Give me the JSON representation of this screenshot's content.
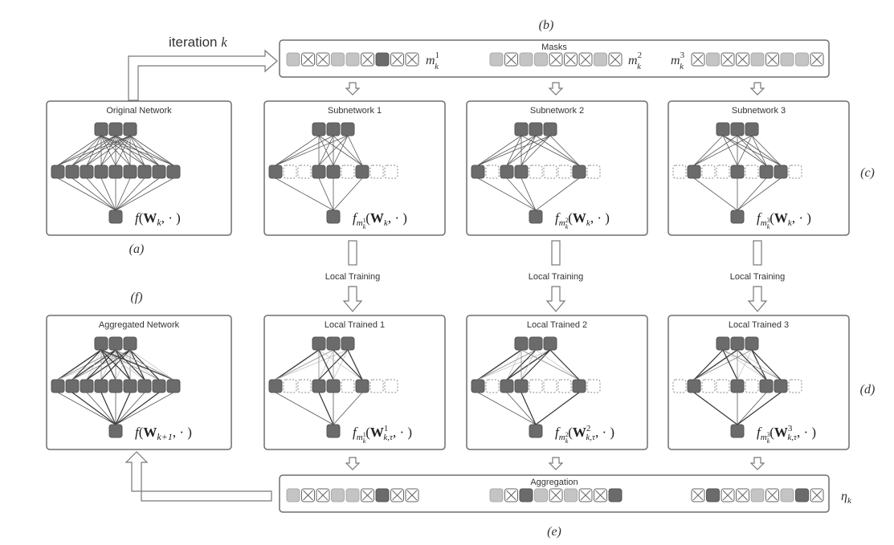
{
  "iteration": {
    "text": "iteration ",
    "k": "k"
  },
  "letters": {
    "a": "(a)",
    "b": "(b)",
    "c": "(c)",
    "d": "(d)",
    "e": "(e)",
    "f": "(f)"
  },
  "masks": {
    "title": "Masks",
    "rows": [
      {
        "label": "m_k^1",
        "cells": [
          "L",
          "X",
          "X",
          "L",
          "L",
          "X",
          "D",
          "X",
          "X"
        ]
      },
      {
        "label": "m_k^2",
        "cells": [
          "L",
          "X",
          "L",
          "L",
          "X",
          "X",
          "X",
          "L",
          "X"
        ]
      },
      {
        "label": "m_k^3",
        "cells": [
          "X",
          "L",
          "X",
          "X",
          "L",
          "X",
          "L",
          "L",
          "X"
        ]
      }
    ]
  },
  "aggregation": {
    "title": "Aggregation",
    "label": "η_k",
    "rows": [
      [
        "L",
        "X",
        "X",
        "L",
        "L",
        "X",
        "D",
        "X",
        "X"
      ],
      [
        "L",
        "X",
        "D",
        "L",
        "X",
        "L",
        "X",
        "X",
        "D"
      ],
      [
        "X",
        "D",
        "X",
        "X",
        "L",
        "X",
        "L",
        "D",
        "X"
      ]
    ]
  },
  "networks": {
    "original": {
      "title": "Original Network",
      "formula": "f(W_k, ·)",
      "active": [
        1,
        1,
        1,
        1,
        1,
        1,
        1,
        1,
        1
      ]
    },
    "subnetworks": [
      {
        "title": "Subnetwork 1",
        "formula": "f_{m_k^1}(W_k, ·)",
        "active": [
          1,
          0,
          0,
          1,
          1,
          0,
          1,
          0,
          0
        ]
      },
      {
        "title": "Subnetwork 2",
        "formula": "f_{m_k^2}(W_k, ·)",
        "active": [
          1,
          0,
          1,
          1,
          0,
          0,
          0,
          1,
          0
        ]
      },
      {
        "title": "Subnetwork 3",
        "formula": "f_{m_k^3}(W_k, ·)",
        "active": [
          0,
          1,
          0,
          0,
          1,
          0,
          1,
          1,
          0
        ]
      }
    ],
    "trained": [
      {
        "title": "Local Trained 1",
        "formula": "f_{m_k^1}(W^1_{k,τ}, ·)",
        "active": [
          1,
          0,
          0,
          1,
          1,
          0,
          1,
          0,
          0
        ]
      },
      {
        "title": "Local Trained 2",
        "formula": "f_{m_k^2}(W^2_{k,τ}, ·)",
        "active": [
          1,
          0,
          1,
          1,
          0,
          0,
          0,
          1,
          0
        ]
      },
      {
        "title": "Local Trained 3",
        "formula": "f_{m_k^3}(W^3_{k,τ}, ·)",
        "active": [
          0,
          1,
          0,
          0,
          1,
          0,
          1,
          1,
          0
        ]
      }
    ],
    "aggregated": {
      "title": "Aggregated Network",
      "formula": "f(W_{k+1}, ·)",
      "active": [
        1,
        1,
        1,
        1,
        1,
        1,
        1,
        1,
        1
      ]
    }
  },
  "local_training": "Local Training",
  "colors": {
    "dark": "#6b6b6b",
    "light": "#c4c4c4",
    "border": "#6e6e6e",
    "line": "#555555"
  }
}
